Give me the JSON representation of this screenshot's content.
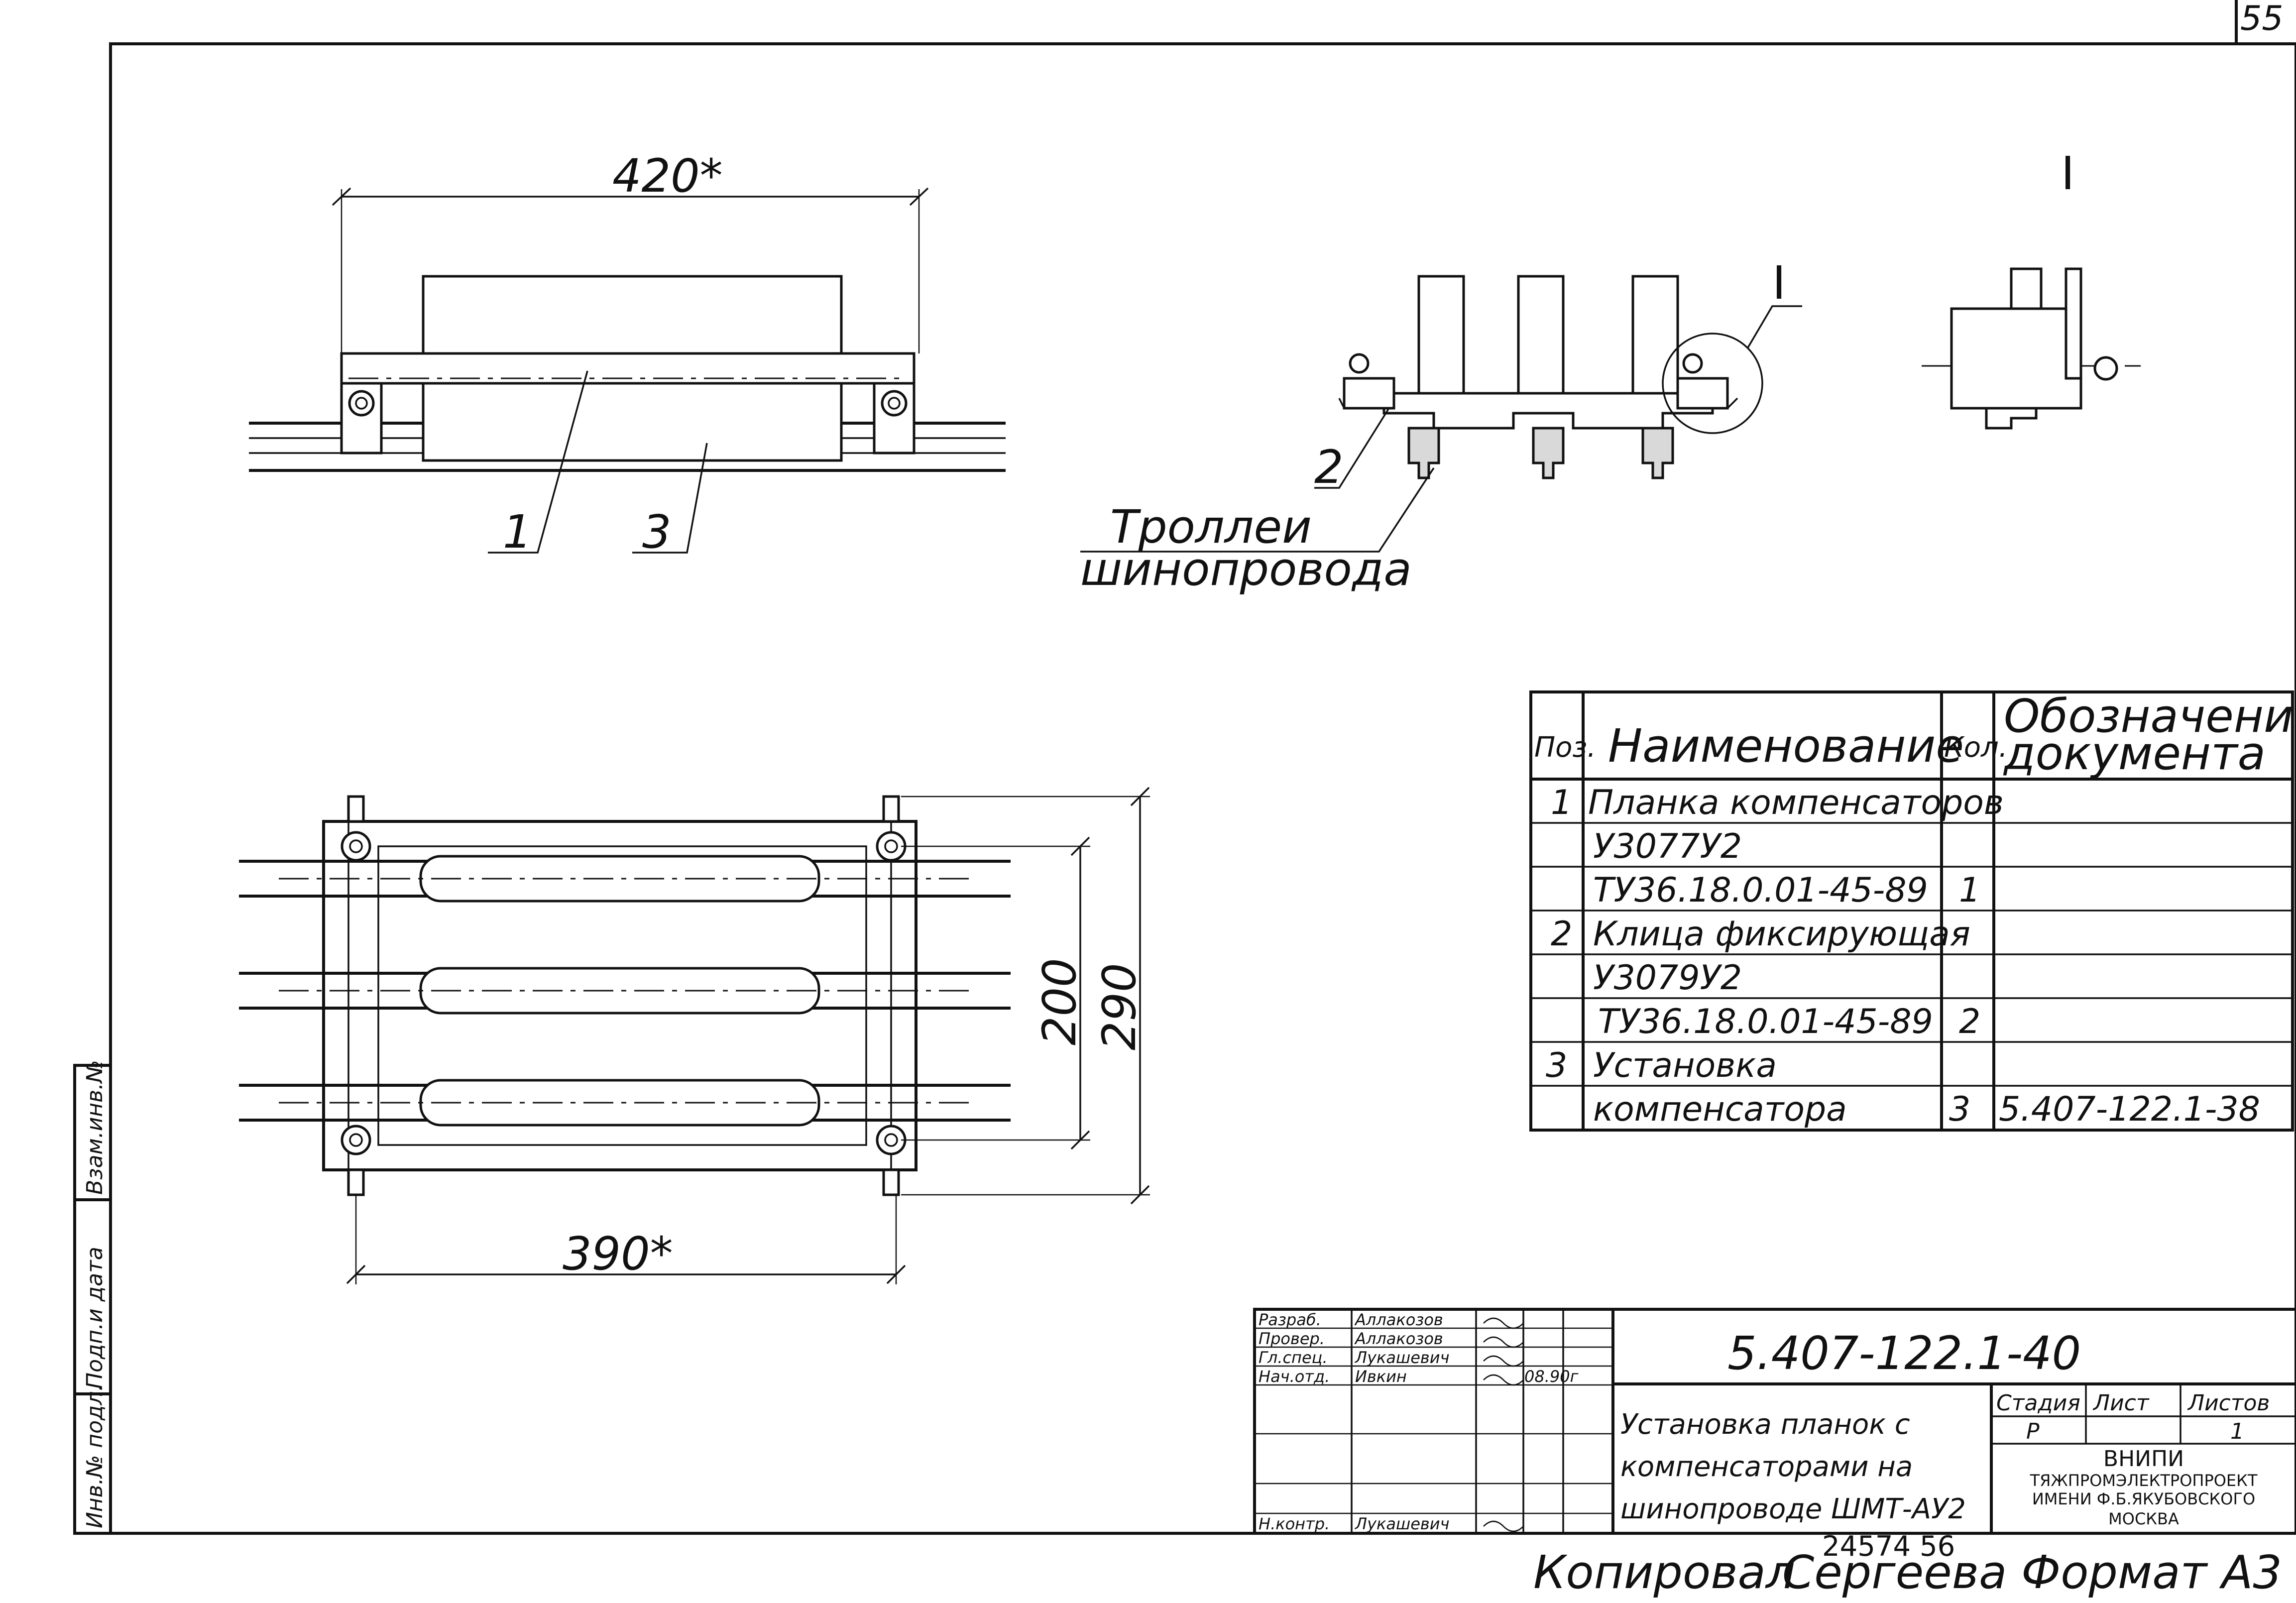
{
  "page_number": "55",
  "section_mark": "I",
  "dims": {
    "top_width": "420*",
    "bottom_width": "390*",
    "height_inner": "200",
    "height_outer": "290"
  },
  "callouts": {
    "c1": "1",
    "c2": "2",
    "c3": "3",
    "section_leader": "I",
    "trolley_line1": "Троллеи",
    "trolley_line2": "шинопровода"
  },
  "spec_table": {
    "headers": {
      "pos": "Поз.",
      "name": "Наименование",
      "qty": "Кол.",
      "doc_line1": "Обозначение",
      "doc_line2": "документа"
    },
    "rows": [
      {
        "pos": "1",
        "name": "Планка компенсаторов",
        "qty": "",
        "doc": ""
      },
      {
        "pos": "",
        "name": "У3077У2",
        "qty": "",
        "doc": ""
      },
      {
        "pos": "",
        "name": "ТУ36.18.0.01-45-89",
        "qty": "1",
        "doc": ""
      },
      {
        "pos": "2",
        "name": "Клица фиксирующая",
        "qty": "",
        "doc": ""
      },
      {
        "pos": "",
        "name": "У3079У2",
        "qty": "",
        "doc": ""
      },
      {
        "pos": "",
        "name": "ТУ36.18.0.01-45-89",
        "qty": "2",
        "doc": ""
      },
      {
        "pos": "3",
        "name": "Установка",
        "qty": "",
        "doc": ""
      },
      {
        "pos": "",
        "name": "компенсатора",
        "qty": "3",
        "doc": "5.407-122.1-38"
      }
    ]
  },
  "title_block": {
    "doc_number": "5.407-122.1-40",
    "roles": [
      {
        "role": "Разраб.",
        "name": "Аллакозов"
      },
      {
        "role": "Провер.",
        "name": "Аллакозов"
      },
      {
        "role": "Гл.спец.",
        "name": "Лукашевич"
      },
      {
        "role": "Нач.отд.",
        "name": "Ивкин"
      },
      {
        "role": "Н.контр.",
        "name": "Лукашевич"
      }
    ],
    "date": "08.90г",
    "title_line1": "Установка планок с",
    "title_line2": "компенсаторами на",
    "title_line3": "шинопроводе ШМТ-АУ2",
    "stage_label": "Стадия",
    "sheet_label": "Лист",
    "sheets_label": "Листов",
    "stage_value": "Р",
    "sheets_value": "1",
    "org_line1": "ВНИПИ",
    "org_line2": "ТЯЖПРОМЭЛЕКТРОПРОЕКТ",
    "org_line3": "ИМЕНИ Ф.Б.ЯКУБОВСКОГО",
    "org_line4": "МОСКВА"
  },
  "side_stamp": {
    "inv_no": "Инв.№ подл.",
    "sign_date": "Подп.и дата",
    "replace_inv": "Взам.инв.№"
  },
  "footer": {
    "copied": "Копировал",
    "copier": "Сергеева",
    "format": "Формат А3",
    "code": "24574  56"
  }
}
